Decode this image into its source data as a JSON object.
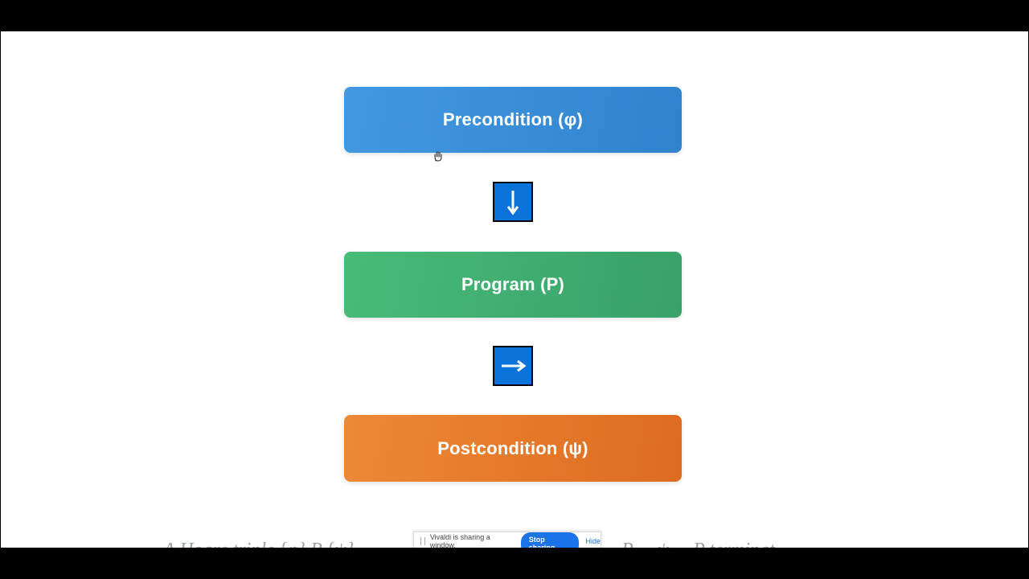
{
  "diagram": {
    "precondition_label": "Precondition (φ)",
    "program_label": "Program (P)",
    "postcondition_label": "Postcondition (ψ)",
    "arrow_down_icon": "arrow-down-icon",
    "arrow_right_icon": "arrow-right-icon"
  },
  "bottom_text": {
    "left": "A Hoare triple {φ} P {ψ}",
    "right": "P ... ψ ... P terminat"
  },
  "share_bar": {
    "message": "Vivaldi is sharing a window.",
    "stop_label": "Stop sharing",
    "hide_label": "Hide"
  },
  "colors": {
    "precondition": "#4299e1",
    "program": "#48bb78",
    "postcondition": "#ed8936",
    "arrow_box": "#0a74da"
  }
}
